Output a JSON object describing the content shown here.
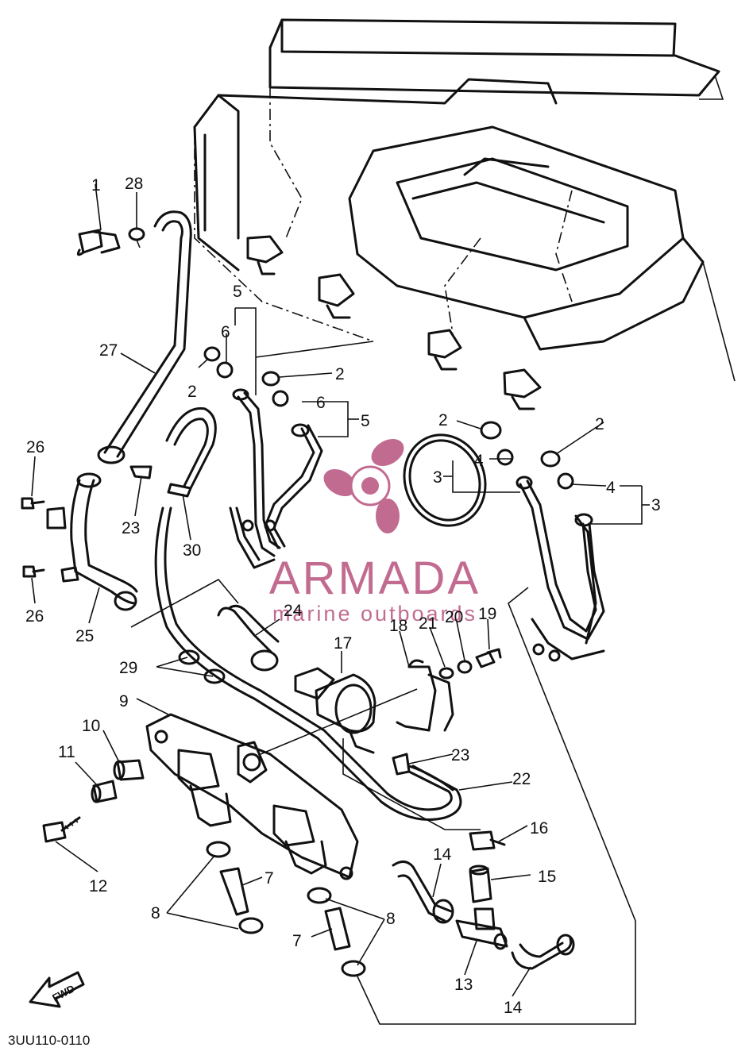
{
  "diagram": {
    "code": "3UU110-0110",
    "fwd_label": "FWD",
    "watermark": {
      "brand": "ARMADA",
      "tagline": "marine outboards",
      "color": "#bc5b84"
    },
    "callouts": [
      {
        "id": "c1",
        "text": "1"
      },
      {
        "id": "c28",
        "text": "28"
      },
      {
        "id": "c27",
        "text": "27"
      },
      {
        "id": "c5a",
        "text": "5"
      },
      {
        "id": "c6a",
        "text": "6"
      },
      {
        "id": "c2a",
        "text": "2"
      },
      {
        "id": "c2b",
        "text": "2"
      },
      {
        "id": "c6b",
        "text": "6"
      },
      {
        "id": "c5b",
        "text": "5"
      },
      {
        "id": "c2c",
        "text": "2"
      },
      {
        "id": "c2d",
        "text": "2"
      },
      {
        "id": "c4a",
        "text": "4"
      },
      {
        "id": "c3a",
        "text": "3"
      },
      {
        "id": "c4b",
        "text": "4"
      },
      {
        "id": "c3b",
        "text": "3"
      },
      {
        "id": "c26a",
        "text": "26"
      },
      {
        "id": "c23a",
        "text": "23"
      },
      {
        "id": "c30",
        "text": "30"
      },
      {
        "id": "c26b",
        "text": "26"
      },
      {
        "id": "c25",
        "text": "25"
      },
      {
        "id": "c24",
        "text": "24"
      },
      {
        "id": "c18",
        "text": "18"
      },
      {
        "id": "c21",
        "text": "21"
      },
      {
        "id": "c20",
        "text": "20"
      },
      {
        "id": "c19",
        "text": "19"
      },
      {
        "id": "c17",
        "text": "17"
      },
      {
        "id": "c29",
        "text": "29"
      },
      {
        "id": "c9",
        "text": "9"
      },
      {
        "id": "c10",
        "text": "10"
      },
      {
        "id": "c11",
        "text": "11"
      },
      {
        "id": "c23b",
        "text": "23"
      },
      {
        "id": "c22",
        "text": "22"
      },
      {
        "id": "c16",
        "text": "16"
      },
      {
        "id": "c12",
        "text": "12"
      },
      {
        "id": "c14a",
        "text": "14"
      },
      {
        "id": "c15",
        "text": "15"
      },
      {
        "id": "c7a",
        "text": "7"
      },
      {
        "id": "c8a",
        "text": "8"
      },
      {
        "id": "c7b",
        "text": "7"
      },
      {
        "id": "c8b",
        "text": "8"
      },
      {
        "id": "c13",
        "text": "13"
      },
      {
        "id": "c14b",
        "text": "14"
      }
    ]
  }
}
